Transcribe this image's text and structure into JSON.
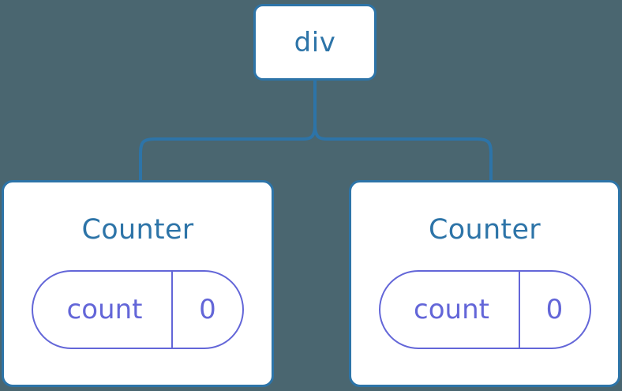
{
  "diagram": {
    "type": "component-tree",
    "background_color": "#4a6670",
    "node_border_color": "#2d74a8",
    "node_text_color": "#2d74a8",
    "state_color": "#6366d8",
    "edge_color": "#2d74a8"
  },
  "root": {
    "label": "div"
  },
  "children": [
    {
      "title": "Counter",
      "state": {
        "key": "count",
        "value": "0"
      }
    },
    {
      "title": "Counter",
      "state": {
        "key": "count",
        "value": "0"
      }
    }
  ]
}
